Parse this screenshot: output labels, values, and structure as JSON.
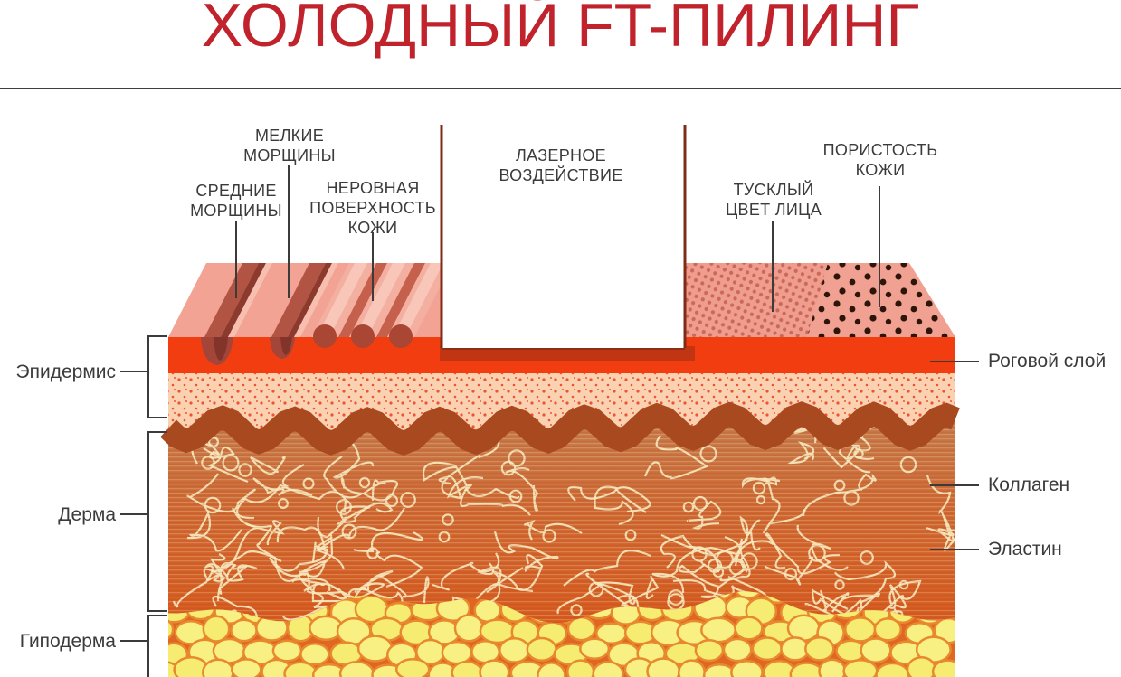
{
  "title": "ХОЛОДНЫЙ FT-ПИЛИНГ",
  "callouts": {
    "fine_wrinkles": "МЕЛКИЕ\nМОРЩИНЫ",
    "medium_wrinkles": "СРЕДНИЕ\nМОРЩИНЫ",
    "uneven_surface": "НЕРОВНАЯ\nПОВЕРХНОСТЬ\nКОЖИ",
    "laser_action": "ЛАЗЕРНОЕ\nВОЗДЕЙСТВИЕ",
    "dull_complexion": "ТУСКЛЫЙ\nЦВЕТ ЛИЦА",
    "skin_porosity": "ПОРИСТОСТЬ\nКОЖИ"
  },
  "skin_layers": {
    "epidermis": "Эпидермис",
    "dermis": "Дерма",
    "hypodermis": "Гиподерма"
  },
  "structures": {
    "stratum_corneum": "Роговой слой",
    "collagen": "Коллаген",
    "elastin": "Эластин"
  },
  "colors": {
    "title_red": "#C0232B",
    "stratum_corneum_red": "#F13D10",
    "skin_surface_pink": "#F2A394",
    "basal_layer_brown": "#A8491F",
    "dermis_orange": "#CE6630",
    "fat_cell_yellow": "#F6EC72",
    "label_text": "#3B3B3B"
  }
}
